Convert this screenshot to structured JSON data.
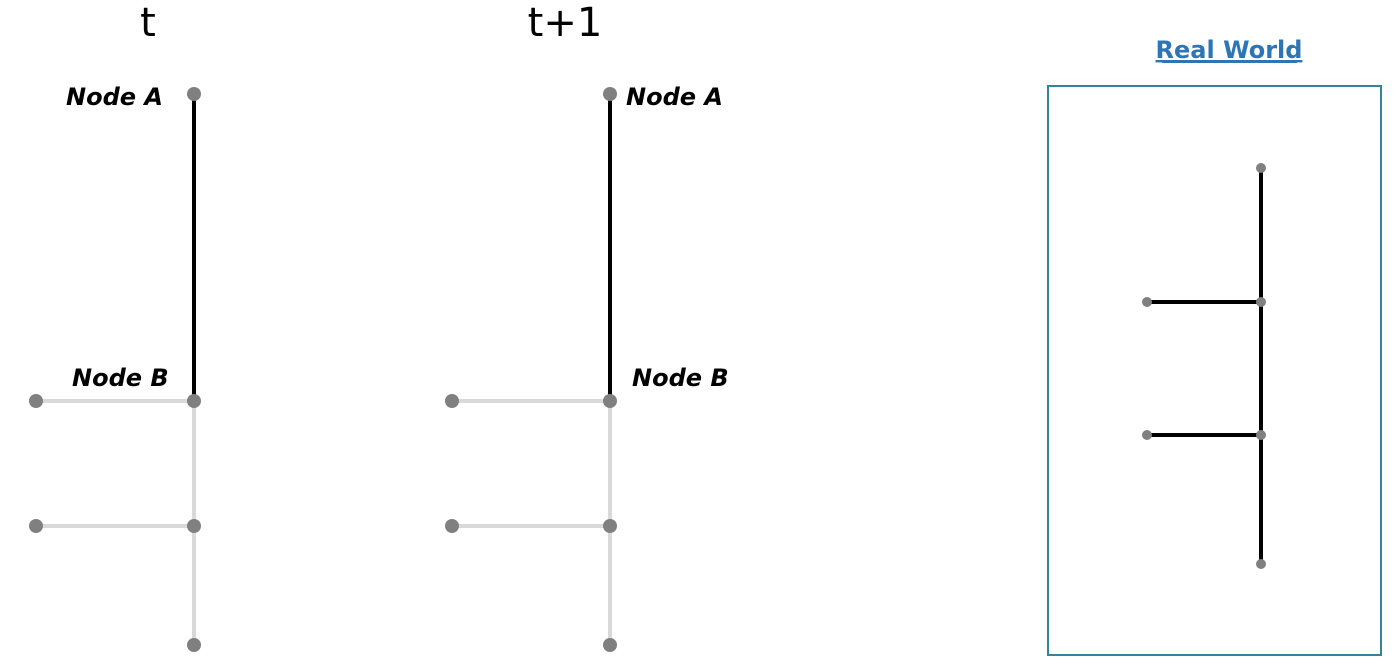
{
  "panels": {
    "t": {
      "title": "t",
      "node_a_label": "Node A",
      "node_b_label": "Node B"
    },
    "t_plus_1": {
      "title": "t+1",
      "node_a_label": "Node A",
      "node_b_label": "Node B"
    },
    "real_world": {
      "title": "Real World"
    }
  },
  "colors": {
    "active_edge": "#000000",
    "inactive_edge": "#d9d9d9",
    "node": "#808080",
    "real_world_accent": "#2e75b6",
    "real_world_border": "#31849b"
  }
}
